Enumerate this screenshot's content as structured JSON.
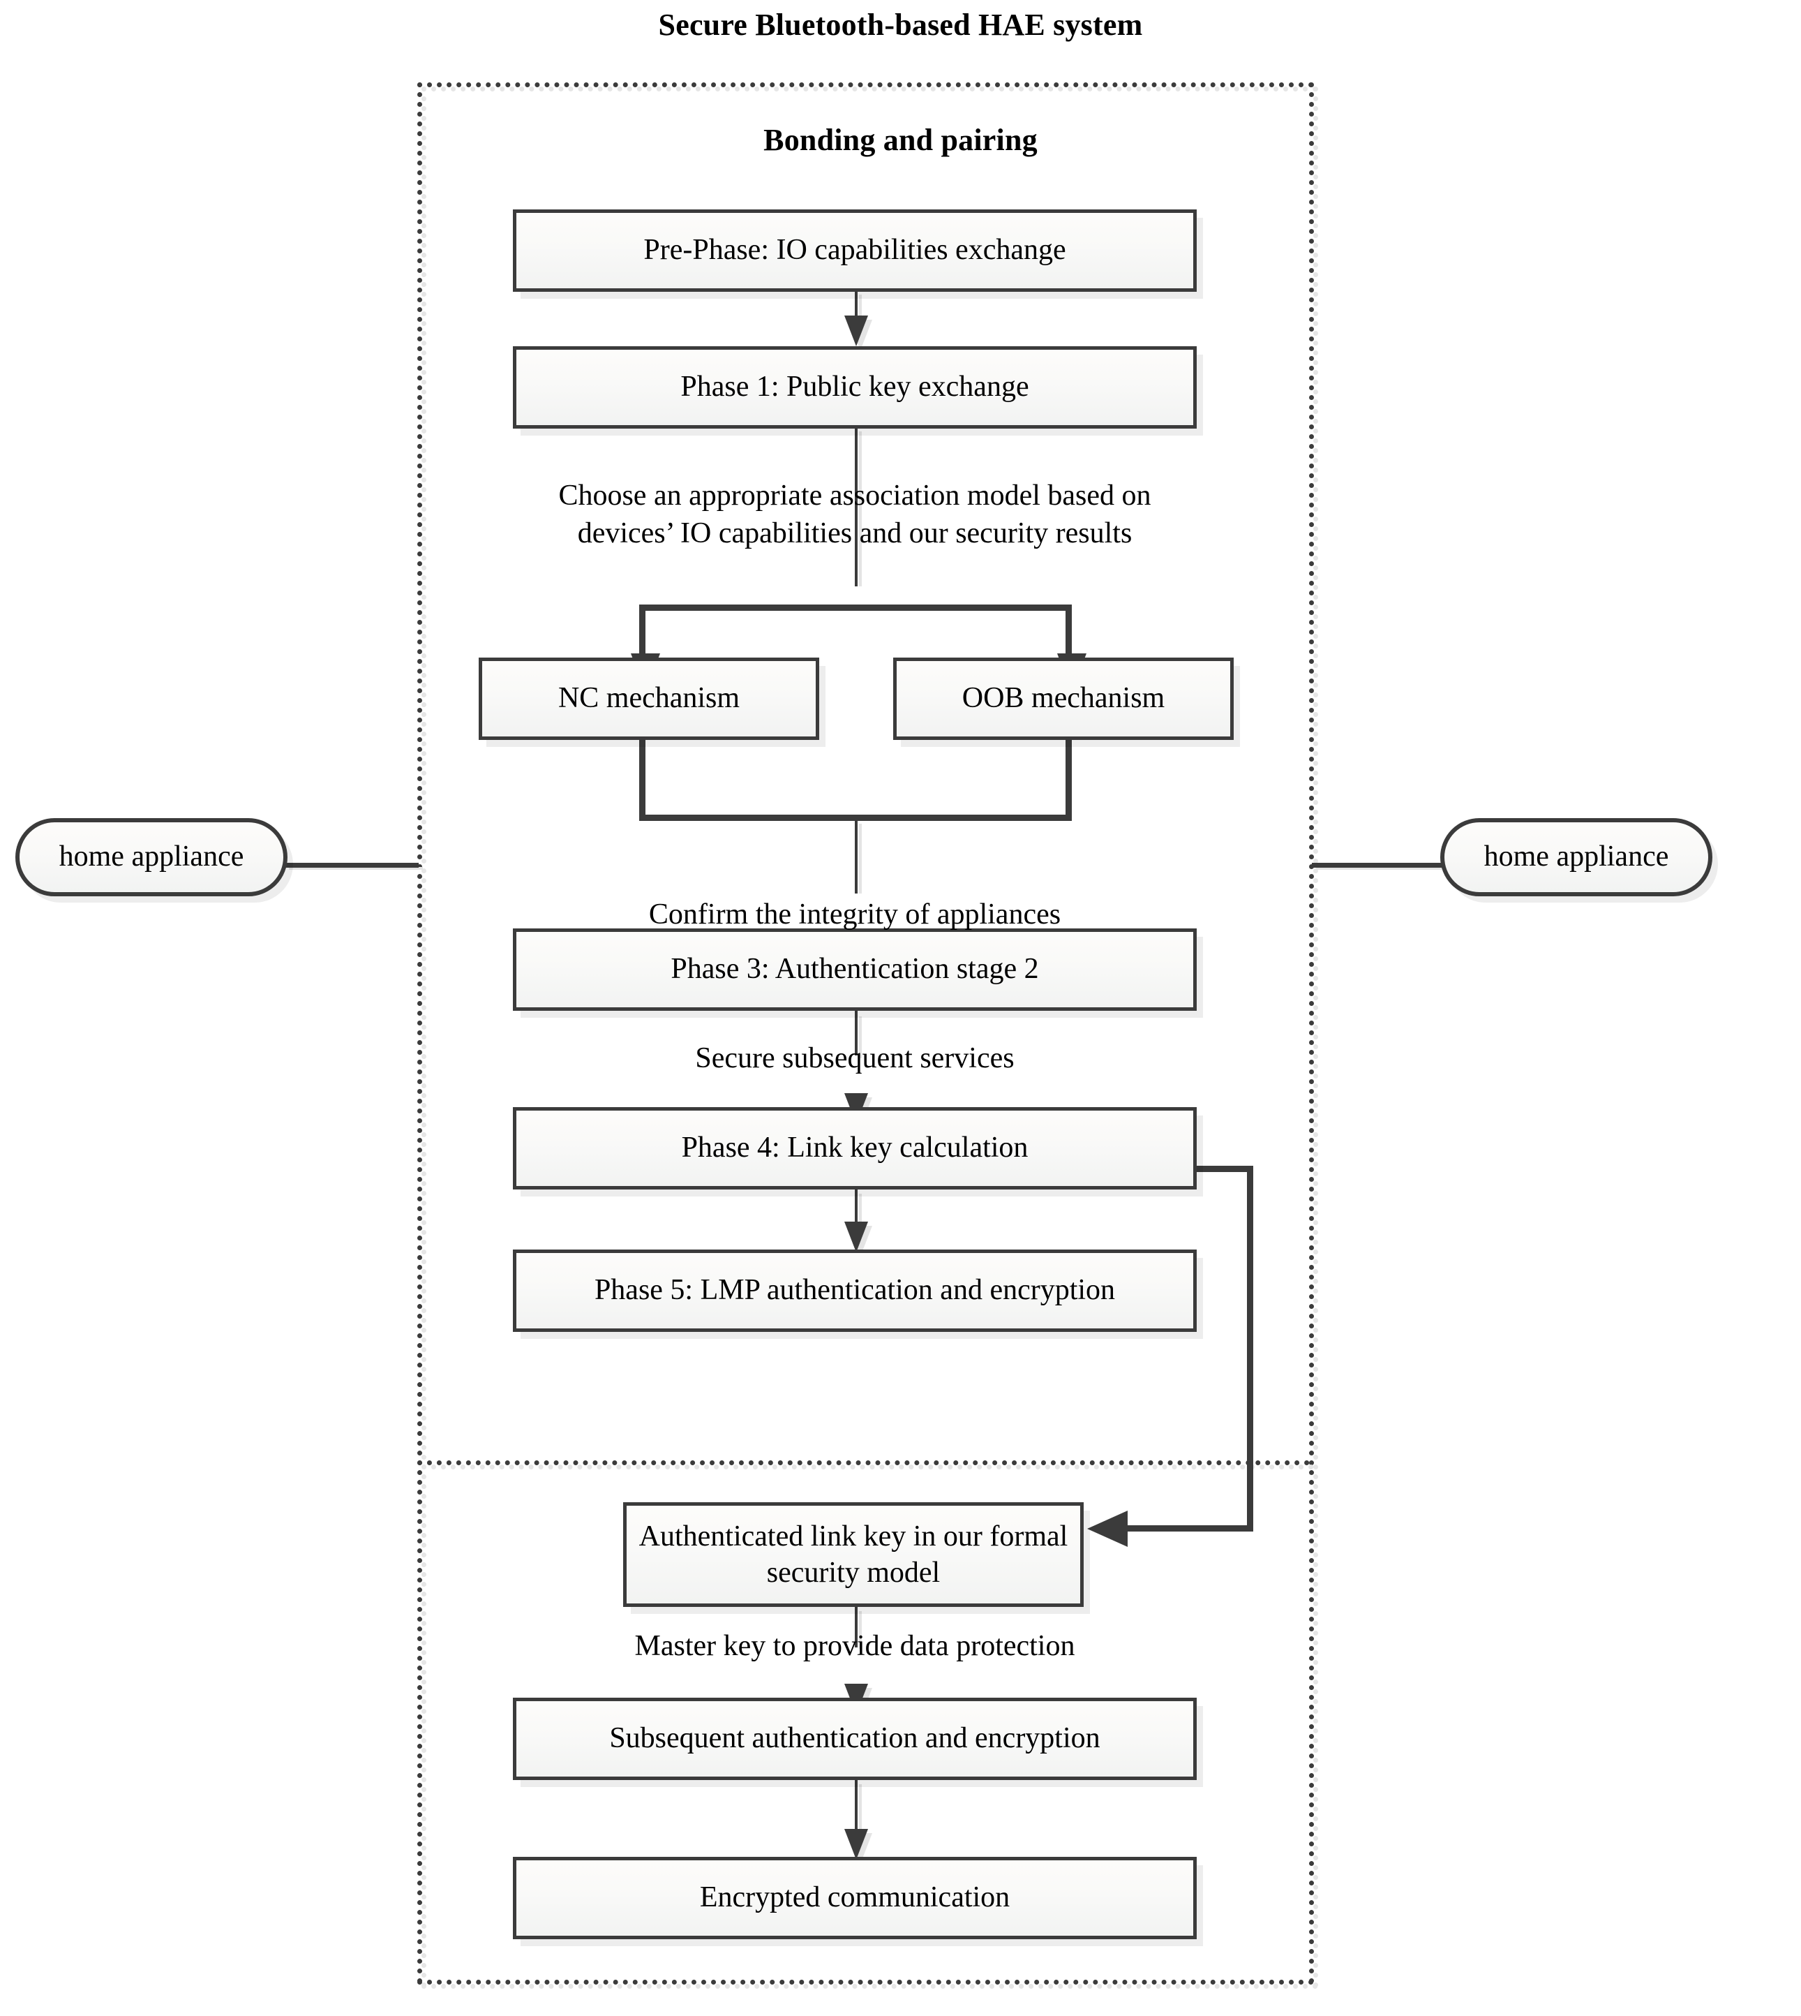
{
  "diagram": {
    "main_title": "Secure Bluetooth-based HAE system",
    "section_title": "Bonding and pairing",
    "accent_color": "#3b3b3b",
    "box_fill": "#f7f7f6",
    "background": "#ffffff"
  },
  "nodes": {
    "pre_phase": "Pre-Phase:  IO capabilities exchange",
    "phase1": "Phase 1: Public key exchange",
    "nc": "NC mechanism",
    "oob": "OOB mechanism",
    "phase3": "Phase 3: Authentication stage 2",
    "phase4": "Phase 4: Link key calculation",
    "phase5": "Phase 5: LMP authentication and encryption",
    "auth_link_key": "Authenticated link key in our formal security  model",
    "subsequent": "Subsequent authentication and encryption",
    "encrypted": "Encrypted communication",
    "appliance_left": "home appliance",
    "appliance_right": "home appliance"
  },
  "edge_labels": {
    "choose_model": "Choose an appropriate association model based on\ndevices’ IO capabilities and our security results",
    "confirm_integrity": "Confirm the integrity of appliances",
    "secure_services": "Secure subsequent services",
    "master_key": "Master key to provide data protection"
  }
}
